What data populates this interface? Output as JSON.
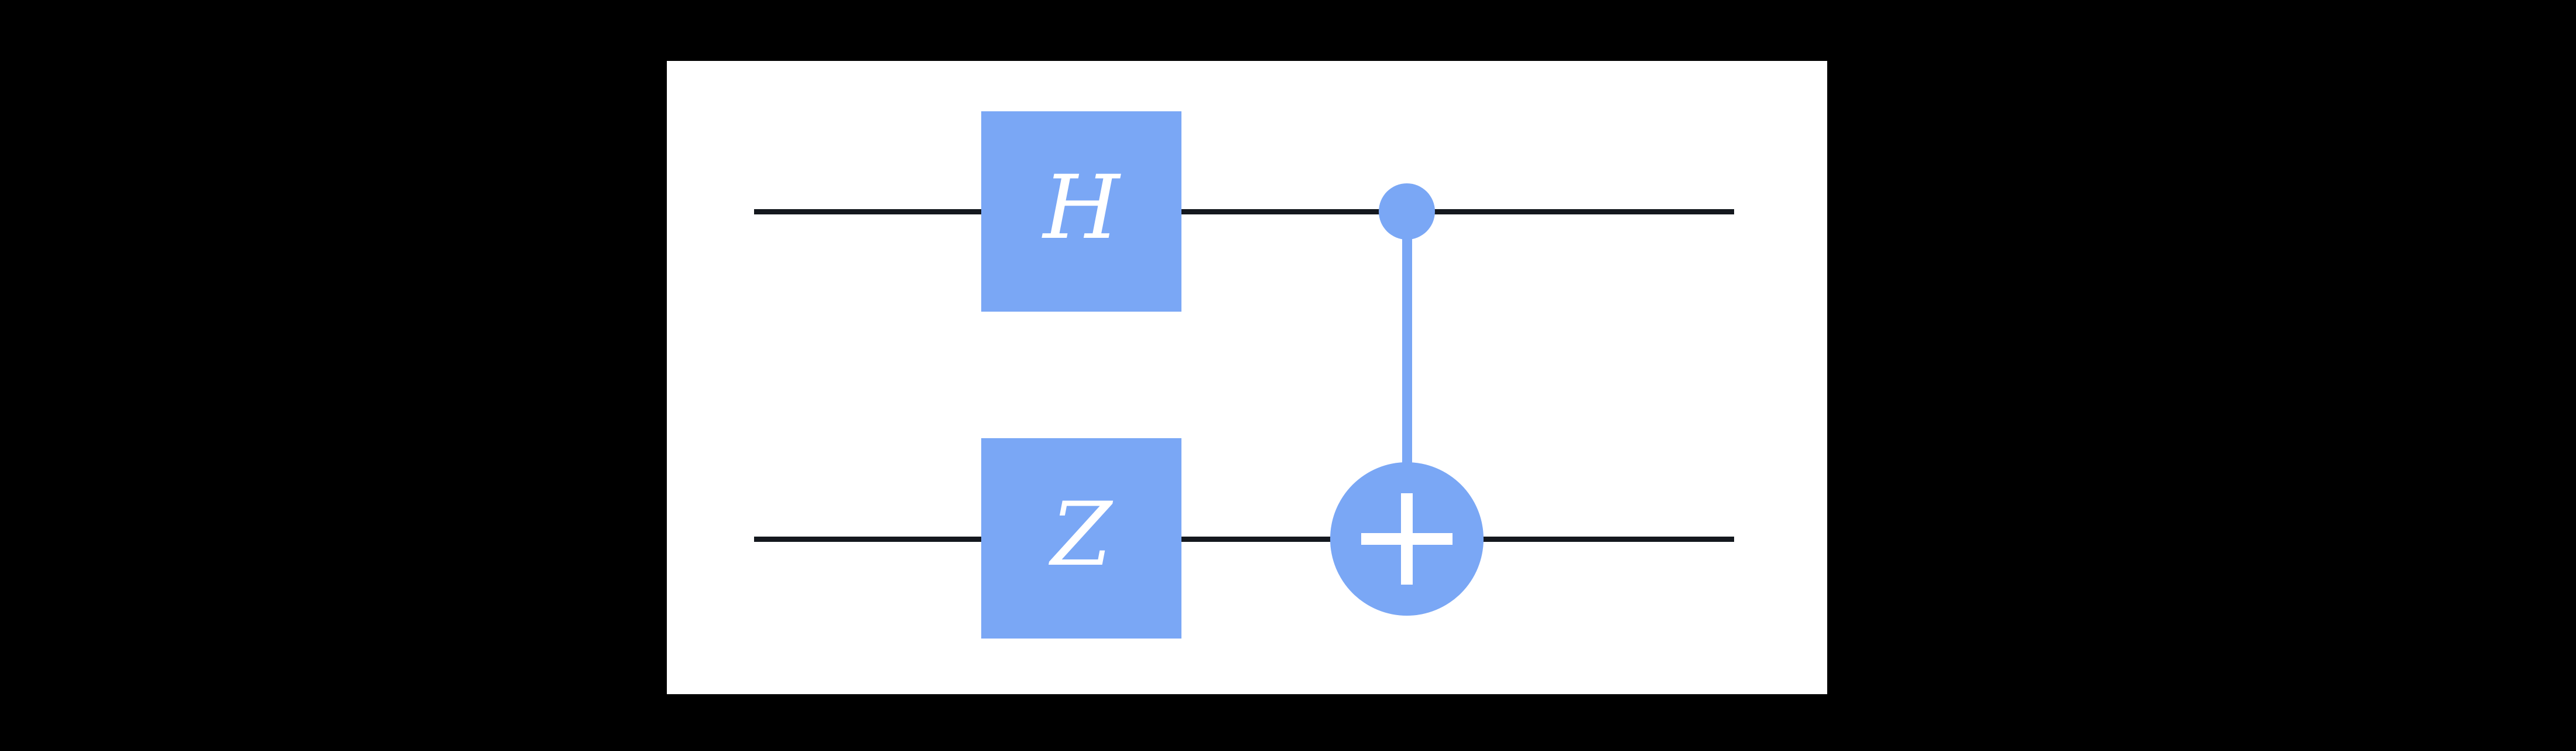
{
  "colors": {
    "background": "#000000",
    "panel": "#ffffff",
    "accent": "#7aa7f5",
    "wire": "#14181e",
    "gate_label": "#ffffff"
  },
  "diagram": {
    "type": "quantum-circuit",
    "qubit_count": 2,
    "gates": [
      {
        "label": "H",
        "type": "single-qubit-box",
        "qubit": 0,
        "column": 1
      },
      {
        "label": "Z",
        "type": "single-qubit-box",
        "qubit": 1,
        "column": 1
      },
      {
        "type": "cnot",
        "control_qubit": 0,
        "target_qubit": 1,
        "column": 2,
        "target_symbol": "plus-in-circle"
      }
    ]
  }
}
